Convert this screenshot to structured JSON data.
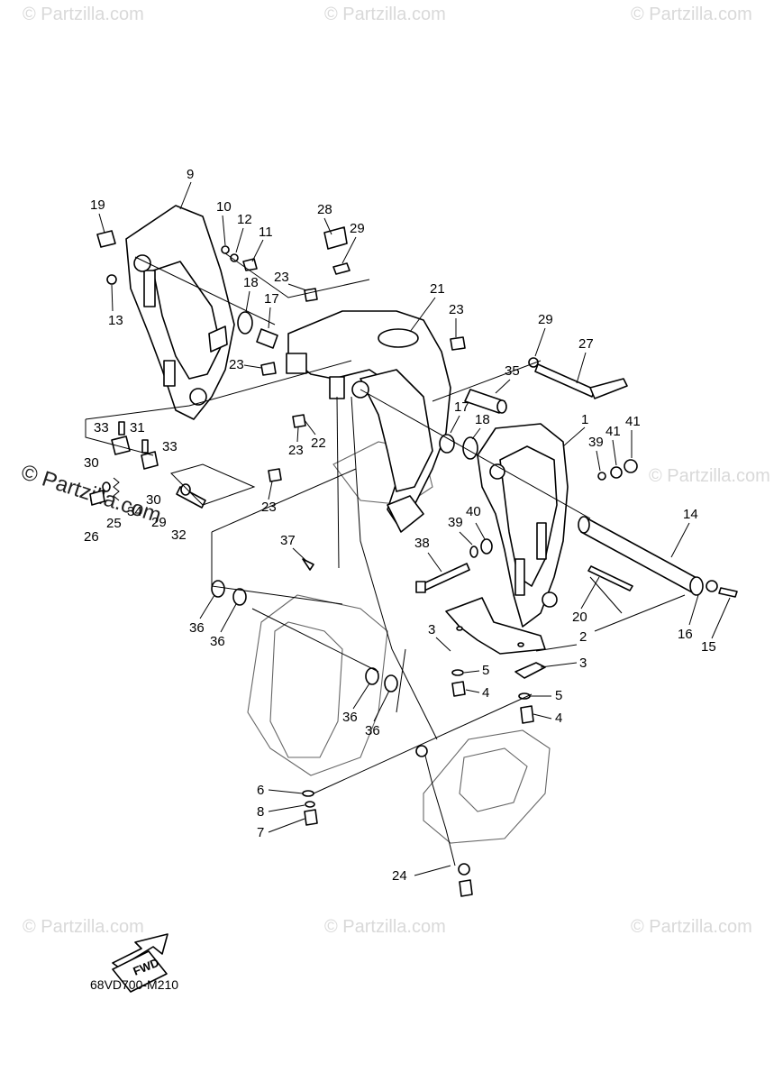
{
  "diagram_code": "68VD700-M210",
  "fwd_label": "FWD",
  "watermarks": {
    "corner": "© Partzilla.com",
    "center": "© Partzilla.com"
  },
  "callouts": [
    {
      "id": "c9",
      "label": "9"
    },
    {
      "id": "c19",
      "label": "19"
    },
    {
      "id": "c10",
      "label": "10"
    },
    {
      "id": "c12",
      "label": "12"
    },
    {
      "id": "c11",
      "label": "11"
    },
    {
      "id": "c13",
      "label": "13"
    },
    {
      "id": "c18a",
      "label": "18"
    },
    {
      "id": "c17a",
      "label": "17"
    },
    {
      "id": "c23a",
      "label": "23"
    },
    {
      "id": "c28",
      "label": "28"
    },
    {
      "id": "c29a",
      "label": "29"
    },
    {
      "id": "c21",
      "label": "21"
    },
    {
      "id": "c23b",
      "label": "23"
    },
    {
      "id": "c23c",
      "label": "23"
    },
    {
      "id": "c29b",
      "label": "29"
    },
    {
      "id": "c27",
      "label": "27"
    },
    {
      "id": "c35",
      "label": "35"
    },
    {
      "id": "c17b",
      "label": "17"
    },
    {
      "id": "c18b",
      "label": "18"
    },
    {
      "id": "c1",
      "label": "1"
    },
    {
      "id": "c39a",
      "label": "39"
    },
    {
      "id": "c41a",
      "label": "41"
    },
    {
      "id": "c41b",
      "label": "41"
    },
    {
      "id": "c23d",
      "label": "23"
    },
    {
      "id": "c22",
      "label": "22"
    },
    {
      "id": "c33a",
      "label": "33"
    },
    {
      "id": "c31",
      "label": "31"
    },
    {
      "id": "c33b",
      "label": "33"
    },
    {
      "id": "c30a",
      "label": "30"
    },
    {
      "id": "c30b",
      "label": "30"
    },
    {
      "id": "c34",
      "label": "34"
    },
    {
      "id": "c25",
      "label": "25"
    },
    {
      "id": "c26",
      "label": "26"
    },
    {
      "id": "c29c",
      "label": "29"
    },
    {
      "id": "c32",
      "label": "32"
    },
    {
      "id": "c23e",
      "label": "23"
    },
    {
      "id": "c37",
      "label": "37"
    },
    {
      "id": "c39b",
      "label": "39"
    },
    {
      "id": "c40",
      "label": "40"
    },
    {
      "id": "c38",
      "label": "38"
    },
    {
      "id": "c14",
      "label": "14"
    },
    {
      "id": "c20",
      "label": "20"
    },
    {
      "id": "c16",
      "label": "16"
    },
    {
      "id": "c15",
      "label": "15"
    },
    {
      "id": "c36a",
      "label": "36"
    },
    {
      "id": "c36b",
      "label": "36"
    },
    {
      "id": "c36c",
      "label": "36"
    },
    {
      "id": "c36d",
      "label": "36"
    },
    {
      "id": "c3a",
      "label": "3"
    },
    {
      "id": "c2",
      "label": "2"
    },
    {
      "id": "c5a",
      "label": "5"
    },
    {
      "id": "c4a",
      "label": "4"
    },
    {
      "id": "c3b",
      "label": "3"
    },
    {
      "id": "c5b",
      "label": "5"
    },
    {
      "id": "c4b",
      "label": "4"
    },
    {
      "id": "c6",
      "label": "6"
    },
    {
      "id": "c8",
      "label": "8"
    },
    {
      "id": "c7",
      "label": "7"
    },
    {
      "id": "c24",
      "label": "24"
    }
  ]
}
